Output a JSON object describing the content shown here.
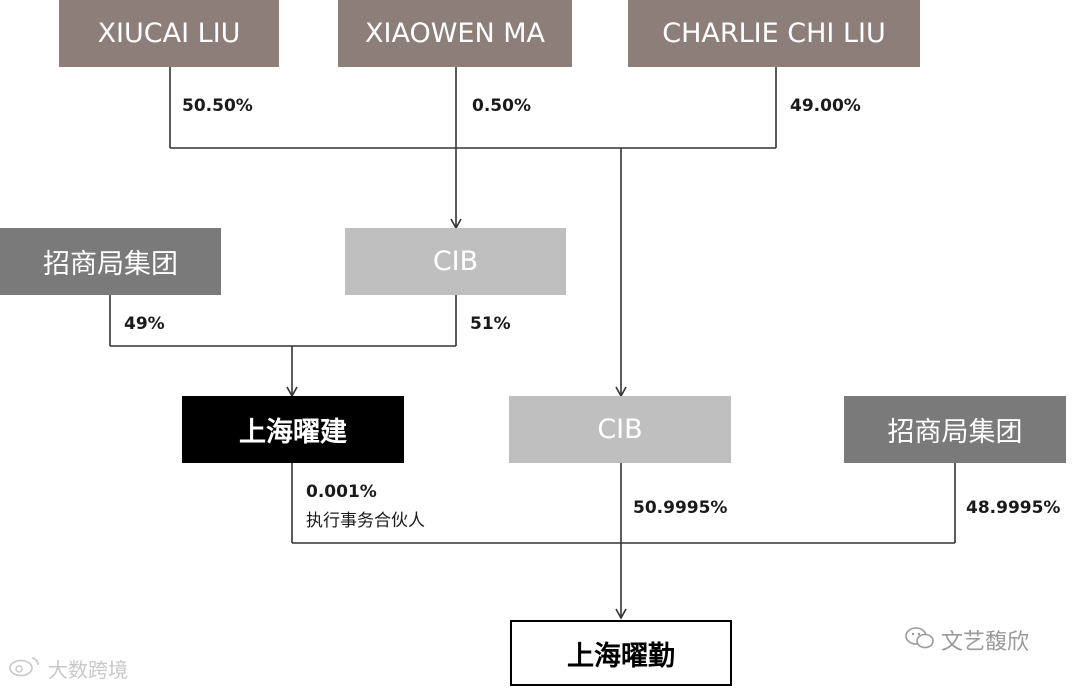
{
  "entities": {
    "xiucai_liu": "XIUCAI LIU",
    "xiaowen_ma": "XIAOWEN MA",
    "charlie_chi_liu": "CHARLIE CHI LIU",
    "cmg_top": "招商局集团",
    "cib_top": "CIB",
    "shanghai_yaojian": "上海曜建",
    "cib_mid": "CIB",
    "cmg_mid": "招商局集团",
    "shanghai_yaoqin": "上海曜勤"
  },
  "stakes": {
    "xiucai_to_cib": "50.50%",
    "xiaowen_to_cib": "0.50%",
    "charlie_to_cib": "49.00%",
    "cmg_to_yaojian": "49%",
    "cib_to_yaojian": "51%",
    "yaojian_to_yaoqin": "0.001%",
    "yaojian_role": "执行事务合伙人",
    "cib_to_yaoqin": "50.9995%",
    "cmg_to_yaoqin": "48.9995%"
  },
  "colors": {
    "brown_gray": "#8c7f79",
    "dark_gray": "#7a7a7a",
    "light_gray": "#bfbfbf",
    "black": "#000000",
    "line": "#333333"
  },
  "watermarks": {
    "right": "文艺馥欣",
    "left": "大数跨境"
  },
  "icons": {
    "right": "wechat-icon",
    "left": "weibo-icon"
  }
}
